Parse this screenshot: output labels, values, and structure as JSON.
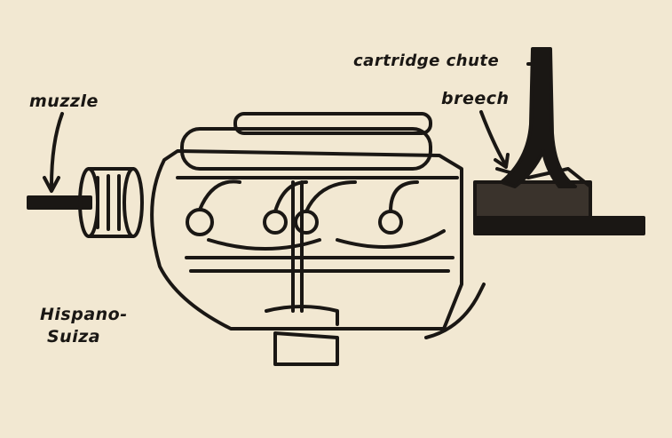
{
  "labels": {
    "muzzle": "muzzle",
    "cartridge_chute": "cartridge chute",
    "breech": "breech",
    "engine_line1": "Hispano-",
    "engine_line2": "Suiza"
  },
  "colors": {
    "paper": "#f2e8d2",
    "ink": "#1a1714"
  }
}
